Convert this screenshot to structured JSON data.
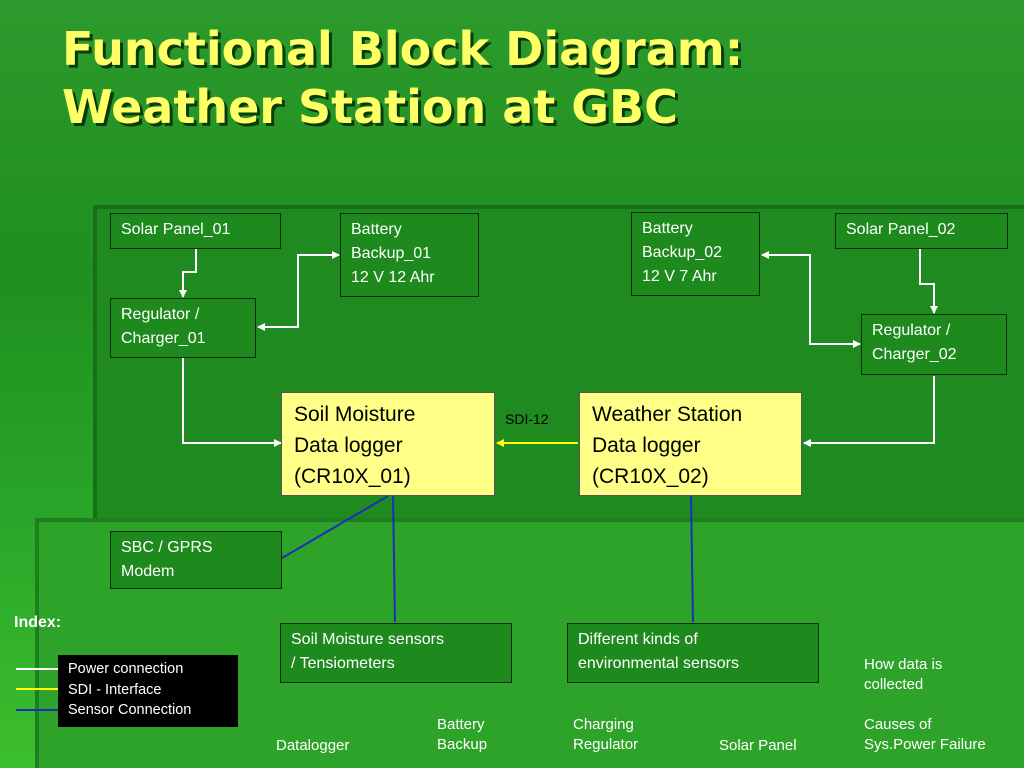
{
  "title": {
    "line1": "Functional Block Diagram:",
    "line2": "Weather Station at GBC"
  },
  "blocks": {
    "solar_panel_01": "Solar Panel_01",
    "battery_01": "Battery\nBackup_01\n12 V 12 Ahr",
    "regulator_01": "Regulator /\nCharger_01",
    "battery_02": "Battery\nBackup_02\n12 V 7 Ahr",
    "solar_panel_02": "Solar Panel_02",
    "regulator_02": "Regulator /\nCharger_02",
    "logger_01": "Soil Moisture\nData logger\n(CR10X_01)",
    "logger_02": "Weather Station\nData logger\n(CR10X_02)",
    "modem": "SBC / GPRS\nModem",
    "soil_sensors": "Soil Moisture sensors\n/ Tensiometers",
    "env_sensors": "Different kinds of\nenvironmental sensors"
  },
  "sdi_label": "SDI-12",
  "index": {
    "label": "Index:",
    "items": [
      "Power connection",
      "SDI - Interface",
      "Sensor Connection"
    ],
    "colors": {
      "power": "#ffffff",
      "sdi": "#ffff00",
      "sensor": "#1a2fbf"
    }
  },
  "footer": {
    "datalogger": "Datalogger",
    "battery_backup": "Battery\nBackup",
    "charging_regulator": "Charging\nRegulator",
    "solar_panel": "Solar Panel",
    "how_collected": "How data is\ncollected",
    "causes": "Causes of\nSys.Power Failure"
  }
}
